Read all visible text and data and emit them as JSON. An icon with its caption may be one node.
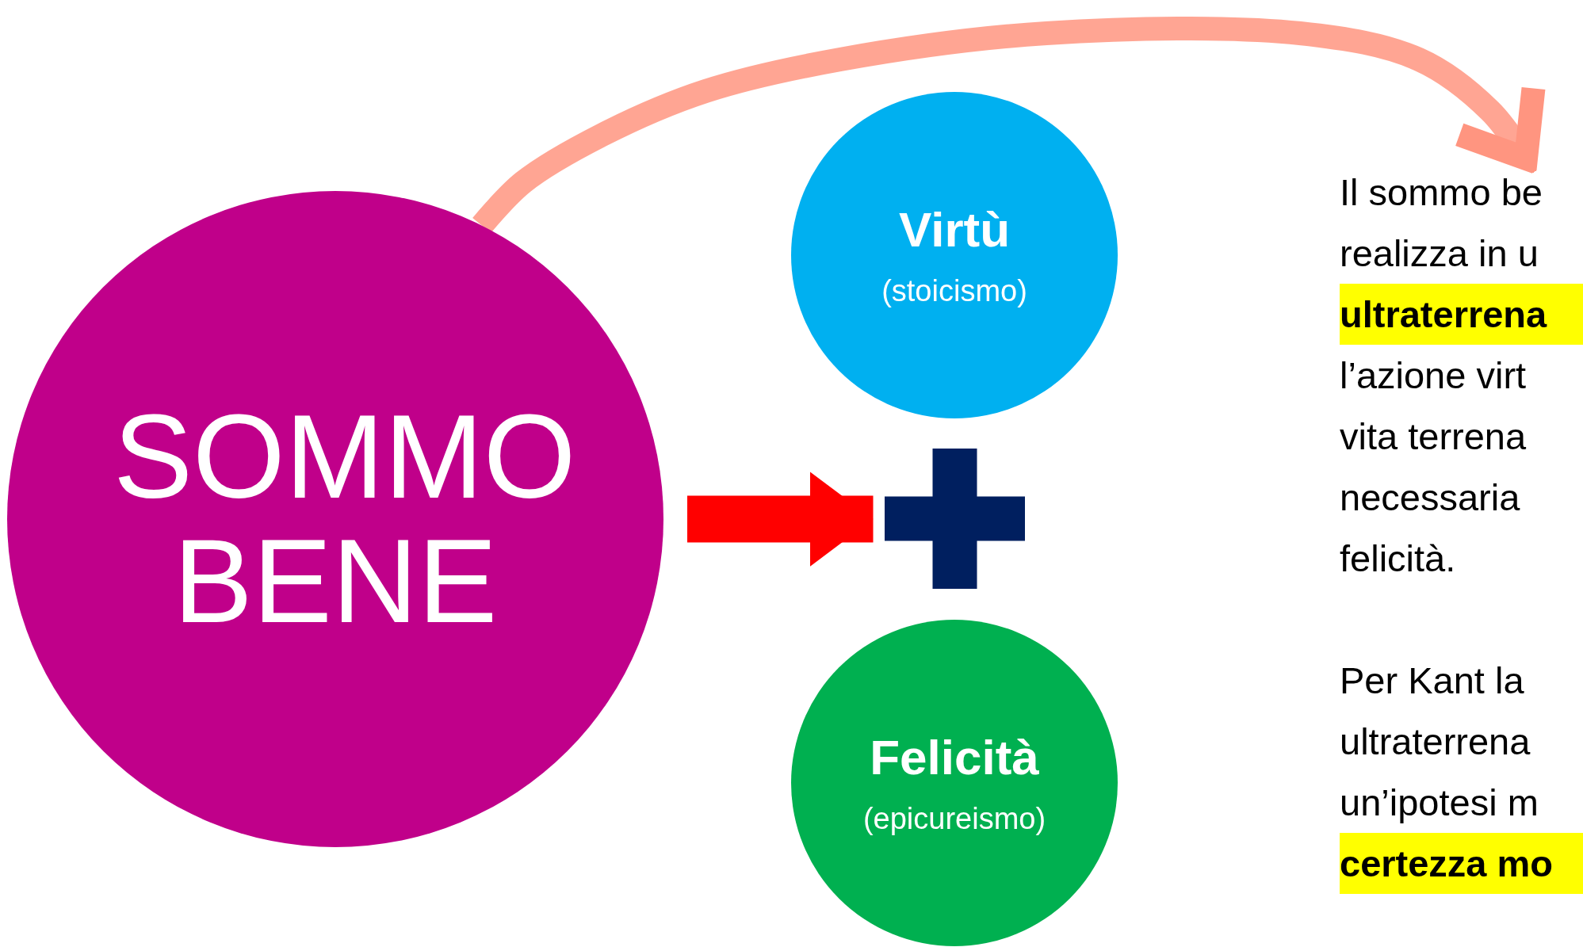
{
  "diagram": {
    "nodes": [
      {
        "text": [
          "SOMMO BENE"
        ]
      },
      {
        "text": [
          "Virtù",
          "(stoicismo)"
        ]
      },
      {
        "text": [],
        "shape": "plus"
      },
      {
        "text": [
          "Felicità",
          "(epicureismo)"
        ]
      },
      {
        "text": [
          "Il sommo be",
          "realizza in u",
          "ultraterrena",
          "l’azione virt",
          "vita terrena",
          "necessaria",
          "felicità.",
          "Per Kant la",
          "ultraterrena",
          "un’ipotesi m",
          "certezza mo"
        ]
      }
    ],
    "edges": [
      {
        "from": 0,
        "to": 2,
        "arrow": "to",
        "style": "thick",
        "color": "#ff0000"
      },
      {
        "from": 0,
        "to": 4,
        "arrow": "to",
        "color": "#ff9580"
      }
    ]
  }
}
